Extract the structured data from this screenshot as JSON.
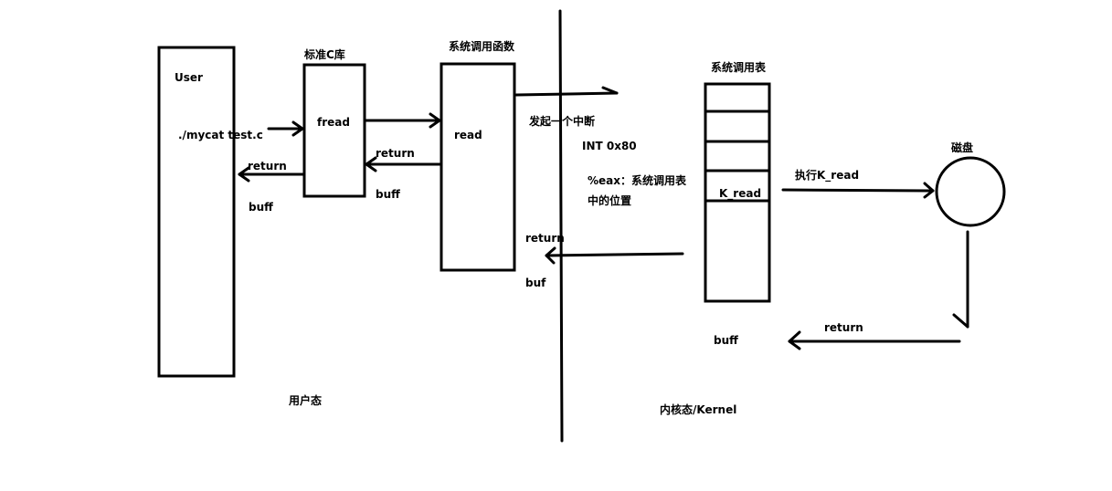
{
  "labels": {
    "user": "User",
    "command": "./mycat test.c",
    "user_return": "return",
    "user_buff": "buff",
    "stdlib_title": "标准C库",
    "fread": "fread",
    "fread_return": "return",
    "fread_buff": "buff",
    "syscall_func_title": "系统调用函数",
    "read": "read",
    "interrupt": "发起一个中断",
    "int_instr": "INT 0x80",
    "eax_line1": "%eax：系统调用表",
    "eax_line2": "中的位置",
    "read_return": "return",
    "read_buf": "buf",
    "syscall_table_title": "系统调用表",
    "k_read": "K_read",
    "exec_k_read": "执行K_read",
    "disk": "磁盘",
    "disk_return": "return",
    "disk_buff": "buff",
    "user_mode": "用户态",
    "kernel_mode": "内核态/Kernel"
  }
}
